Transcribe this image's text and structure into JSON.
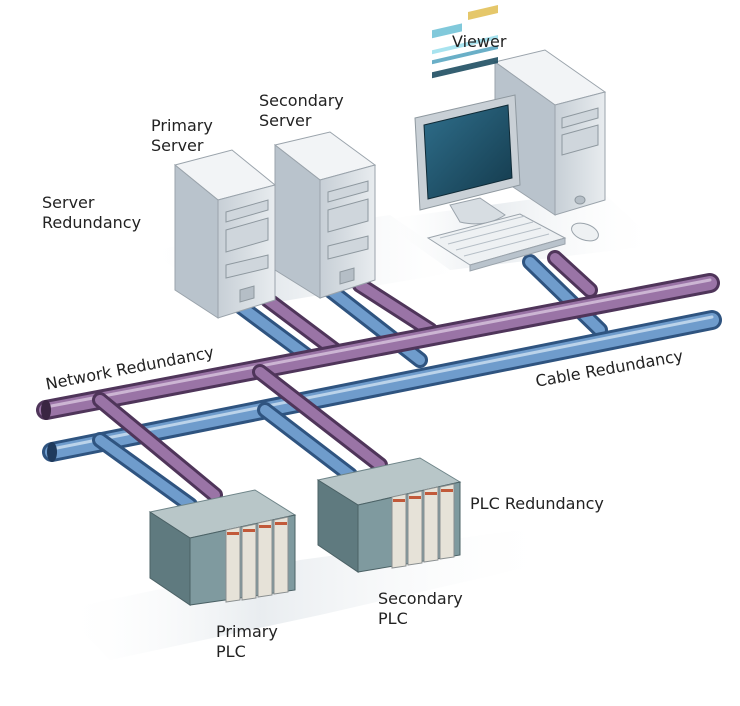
{
  "labels": {
    "viewer": "Viewer",
    "primary_server": [
      "Primary",
      "Server"
    ],
    "secondary_server": [
      "Secondary",
      "Server"
    ],
    "server_redundancy": [
      "Server",
      "Redundancy"
    ],
    "network_redundancy": "Network Redundancy",
    "cable_redundancy": "Cable Redundancy",
    "plc_redundancy": "PLC Redundancy",
    "primary_plc": [
      "Primary",
      "PLC"
    ],
    "secondary_plc": [
      "Secondary",
      "PLC"
    ]
  },
  "colors": {
    "purple_cable": "#9a74a6",
    "blue_cable": "#6f9ccc",
    "server_body": "#dfe4e8",
    "plc_rack": "#7f9a9f"
  }
}
